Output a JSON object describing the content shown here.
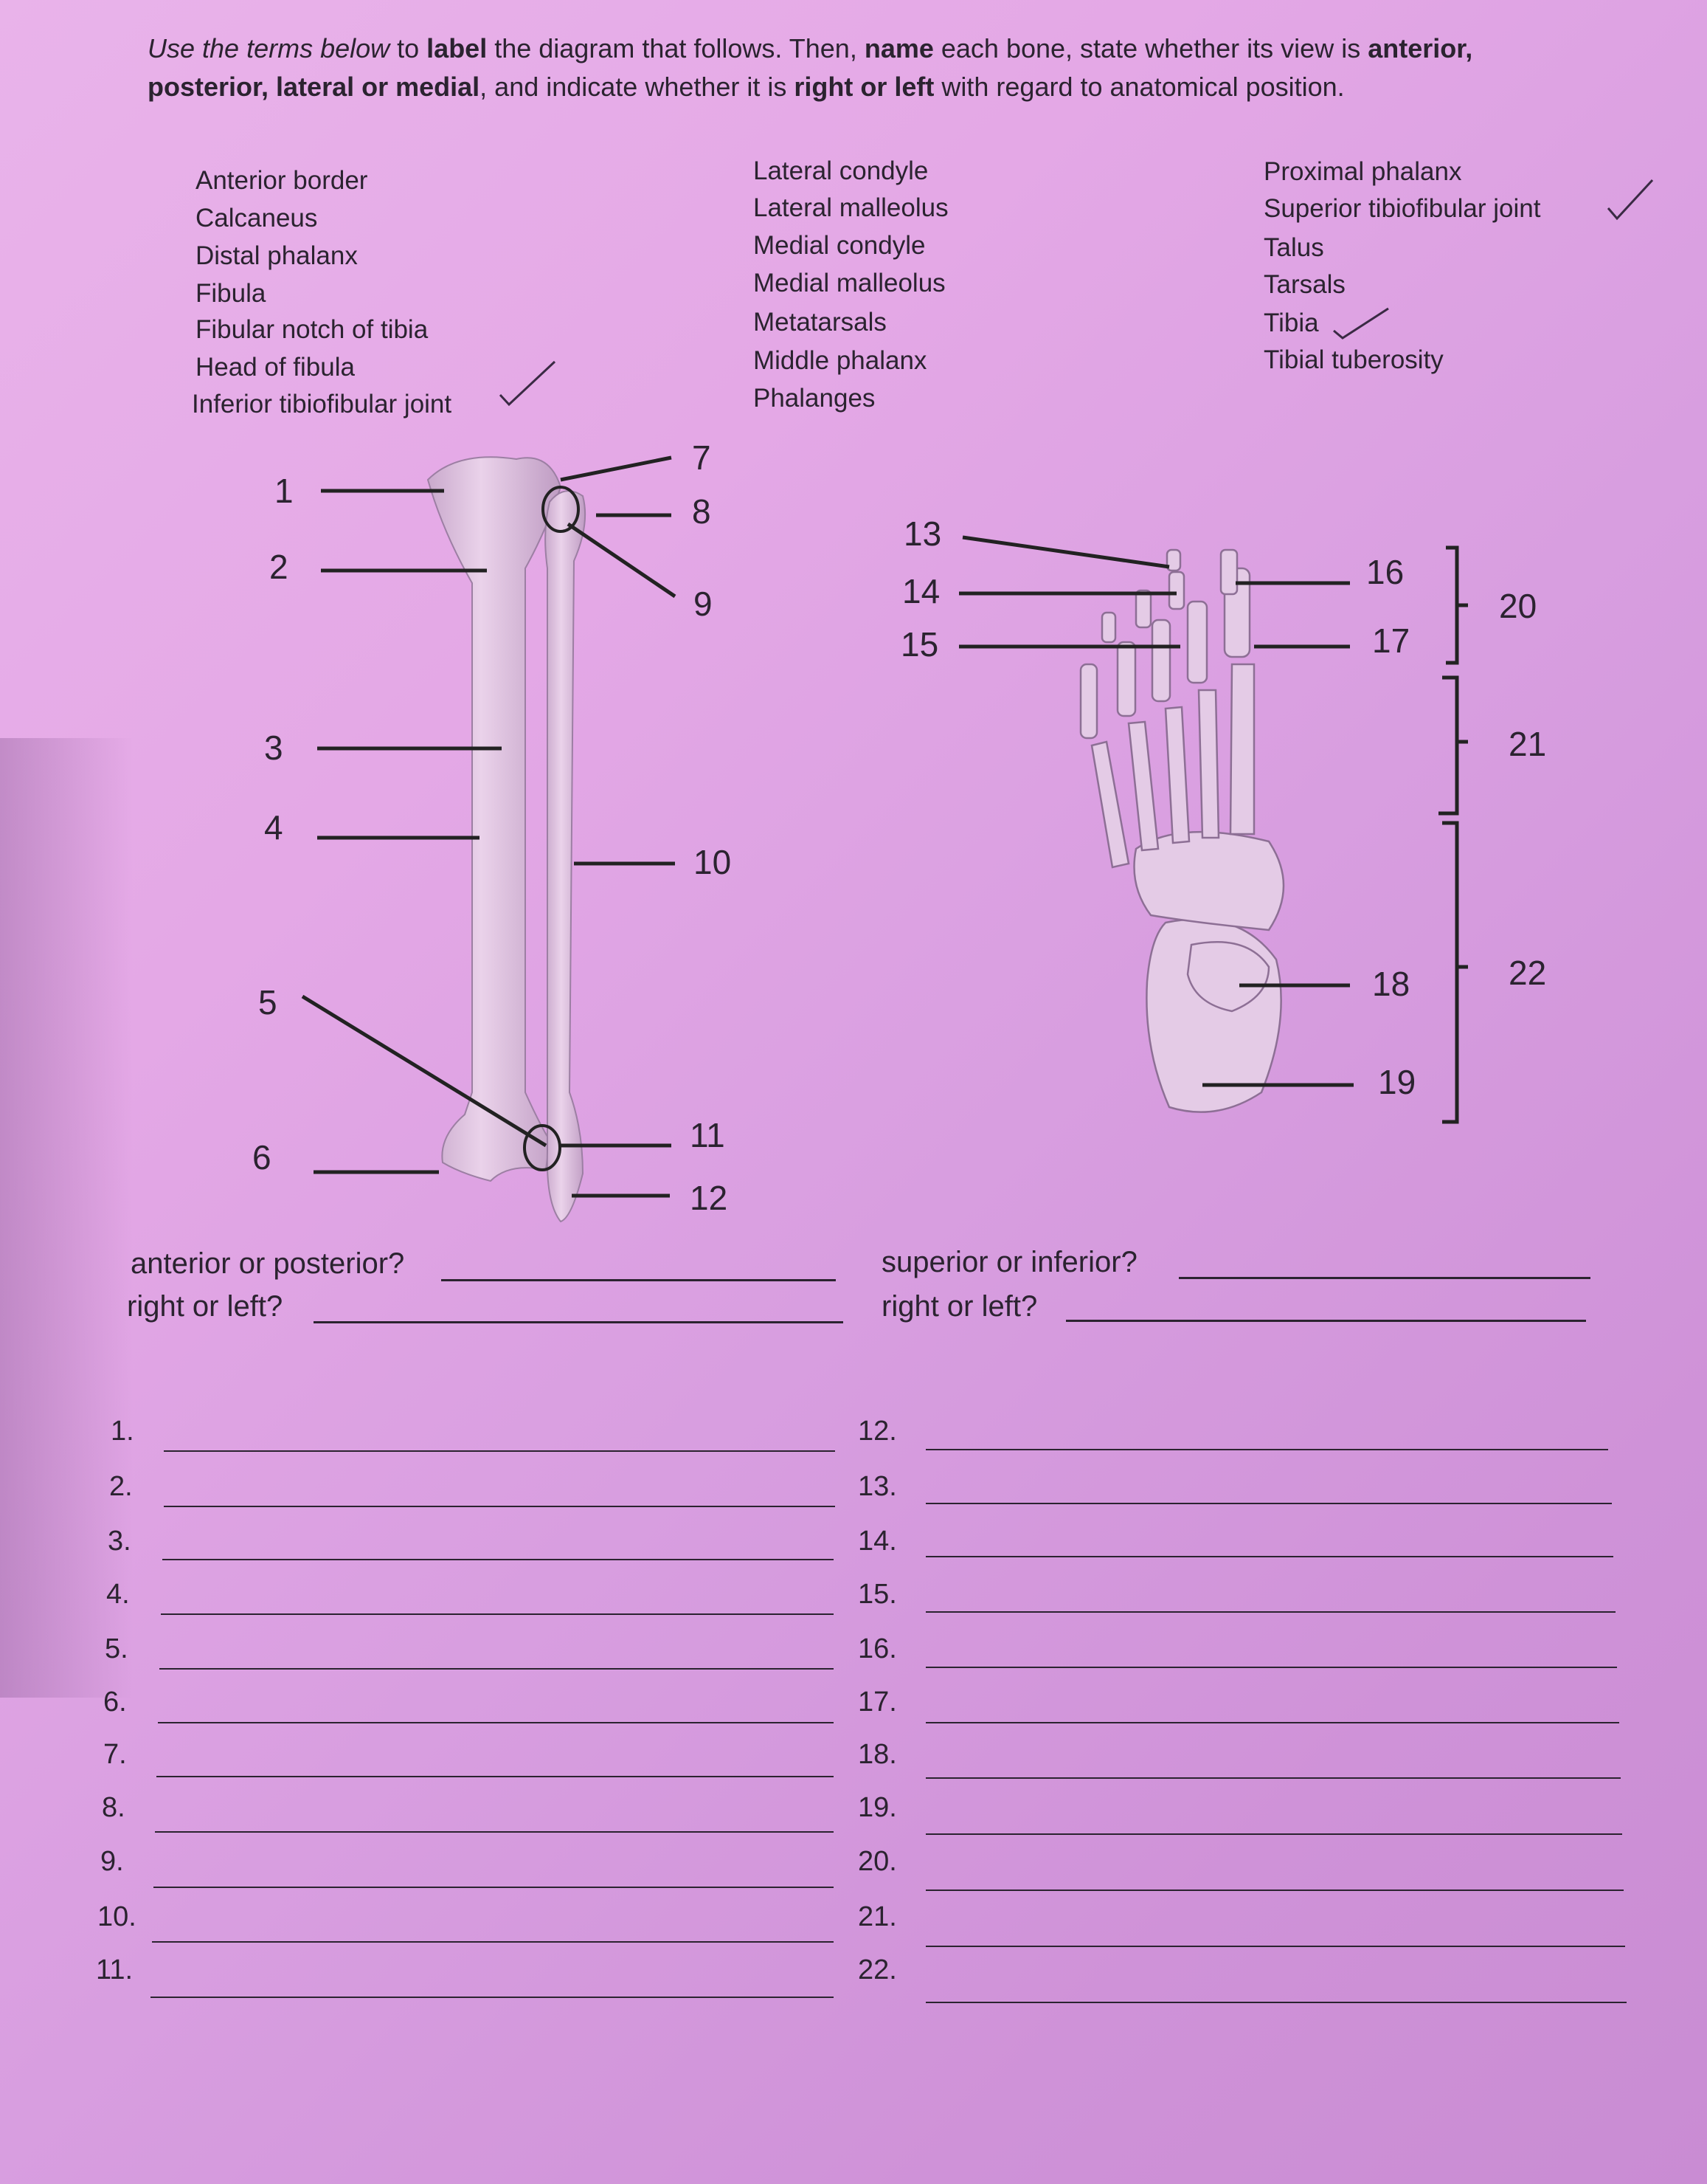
{
  "instructions": {
    "p1": "Use the terms below",
    "p2": " to ",
    "p3": "label",
    "p4": " the diagram that follows. Then, ",
    "p5": "name",
    "p6": " each bone, state whether its view is ",
    "p7": "anterior, posterior, lateral or medial",
    "p8": ", and indicate whether it is ",
    "p9": "right or left",
    "p10": " with regard to anatomical position."
  },
  "terms": {
    "col1": [
      "Anterior border",
      "Calcaneus",
      "Distal phalanx",
      "Fibula",
      "Fibular notch of tibia",
      "Head of fibula",
      "Inferior tibiofibular joint"
    ],
    "col2": [
      "Lateral condyle",
      "Lateral malleolus",
      "Medial condyle",
      "Medial malleolus",
      "Metatarsals",
      "Middle phalanx",
      "Phalanges"
    ],
    "col3": [
      "Proximal phalanx",
      "Superior tibiofibular joint",
      "Talus",
      "Tarsals",
      "Tibia",
      "Tibial tuberosity"
    ]
  },
  "checkmarks": {
    "symbol": "✓"
  },
  "leg_labels": [
    "1",
    "2",
    "3",
    "4",
    "5",
    "6",
    "7",
    "8",
    "9",
    "10",
    "11",
    "12"
  ],
  "foot_labels": [
    "13",
    "14",
    "15",
    "16",
    "17",
    "18",
    "19",
    "20",
    "21",
    "22"
  ],
  "questions": {
    "leg_view": "anterior or posterior?",
    "leg_side": "right or left?",
    "foot_view": "superior or inferior?",
    "foot_side": "right or left?"
  },
  "answers": {
    "left": [
      "1.",
      "2.",
      "3.",
      "4.",
      "5.",
      "6.",
      "7.",
      "8.",
      "9.",
      "10.",
      "11."
    ],
    "right": [
      "12.",
      "13.",
      "14.",
      "15.",
      "16.",
      "17.",
      "18.",
      "19.",
      "20.",
      "21.",
      "22."
    ]
  }
}
